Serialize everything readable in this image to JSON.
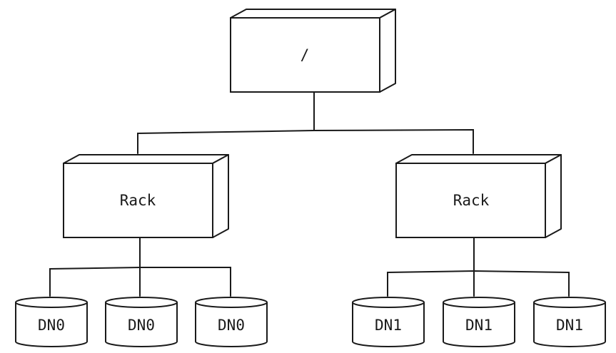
{
  "root": {
    "label": "/"
  },
  "racks": [
    {
      "label": "Rack",
      "nodes": [
        "DN0",
        "DN0",
        "DN0"
      ]
    },
    {
      "label": "Rack",
      "nodes": [
        "DN1",
        "DN1",
        "DN1"
      ]
    }
  ]
}
